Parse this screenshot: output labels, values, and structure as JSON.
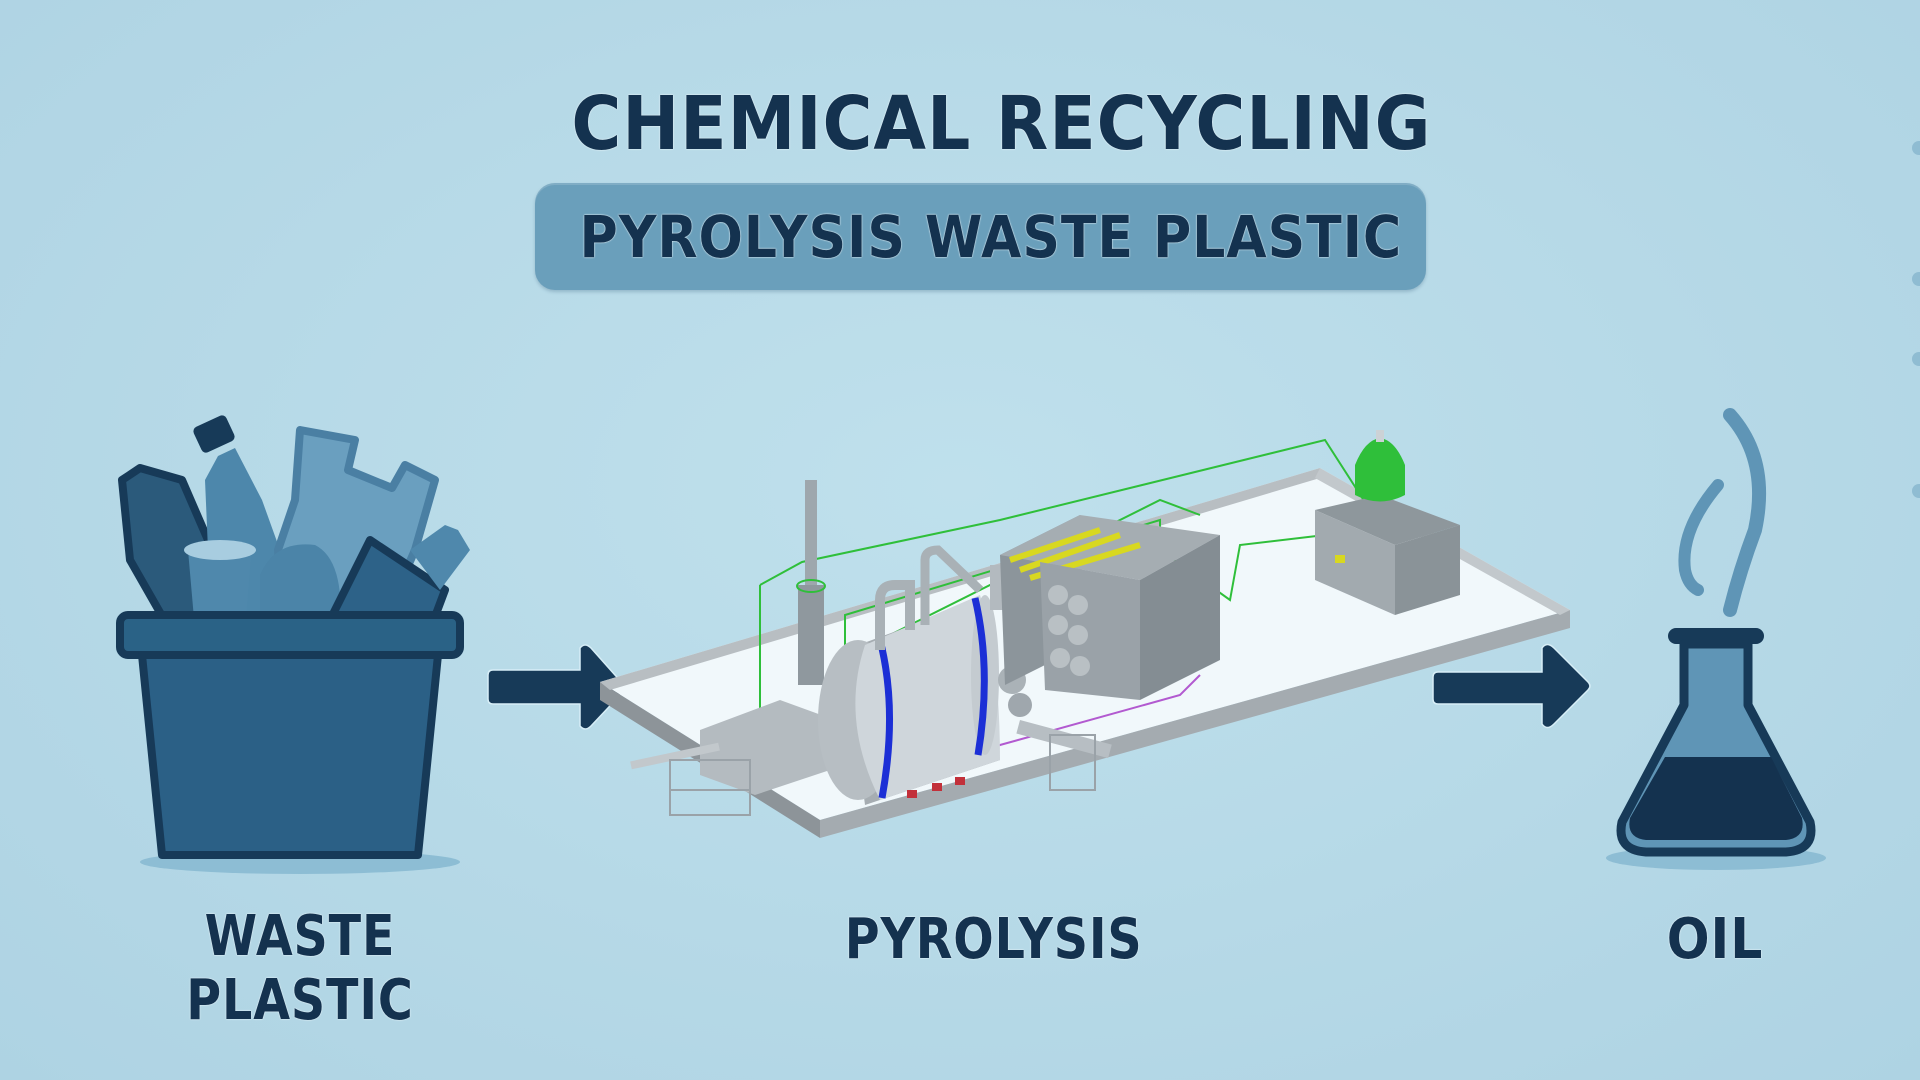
{
  "header": {
    "title": "CHEMICAL RECYCLING",
    "subtitle": "PYROLYSIS WASTE PLASTIC"
  },
  "stages": [
    {
      "id": "waste-plastic",
      "label_line1": "WASTE",
      "label_line2": "PLASTIC",
      "icon": "recycling-bin-with-plastic-bottles-icon"
    },
    {
      "id": "pyrolysis",
      "label": "PYROLYSIS",
      "icon": "pyrolysis-plant-illustration"
    },
    {
      "id": "oil",
      "label": "OIL",
      "icon": "flask-with-steam-icon"
    }
  ],
  "arrows": [
    {
      "from": "waste-plastic",
      "to": "pyrolysis",
      "icon": "arrow-right-icon"
    },
    {
      "from": "pyrolysis",
      "to": "oil",
      "icon": "arrow-right-icon"
    }
  ],
  "colors": {
    "background": "#b6d9e7",
    "text_dark": "#14324f",
    "banner": "#6a9fbb",
    "icon_dark": "#173a58",
    "icon_mid": "#2a5f82",
    "icon_light": "#5f95b6",
    "plant_green_pipe": "#2fbf3a",
    "plant_blue_band": "#1c2fd6",
    "plant_yellow_tubes": "#d8d820"
  }
}
